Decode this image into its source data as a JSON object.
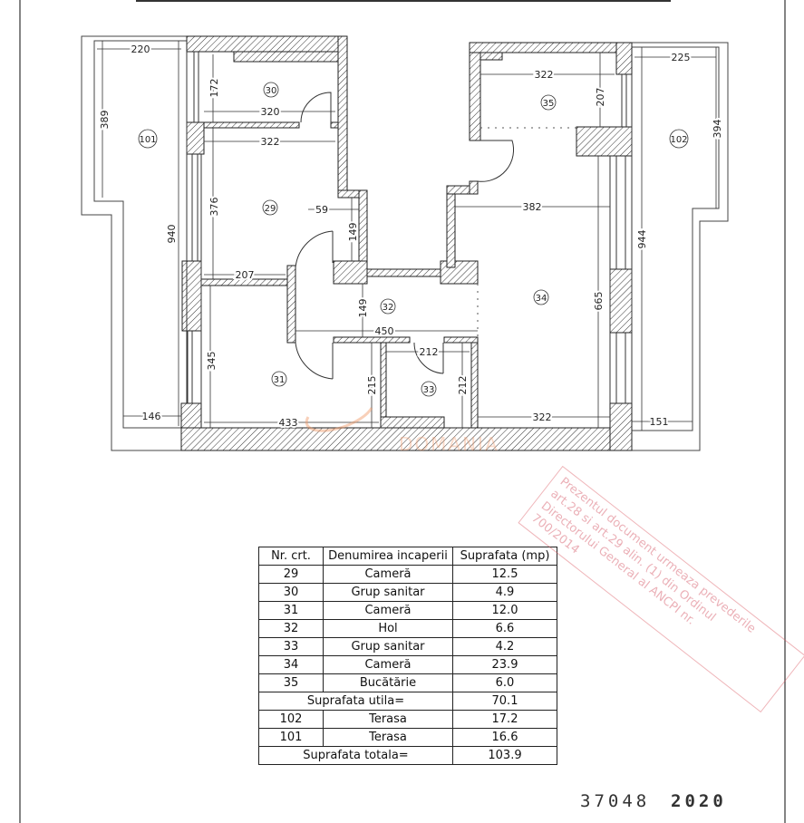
{
  "plan": {
    "rooms": {
      "r29": "29",
      "r30": "30",
      "r31": "31",
      "r32": "32",
      "r33": "33",
      "r34": "34",
      "r35": "35",
      "r101": "101",
      "r102": "102"
    },
    "dims": {
      "t101_width": "220",
      "t101_depth": "389",
      "left_total": "940",
      "t101_bottom": "146",
      "r30_height": "172",
      "r30_width": "320",
      "r29_width": "322",
      "r29_height": "376",
      "r29_step": "59",
      "r29_step_h": "149",
      "r29_bottom": "207",
      "hall_height": "149",
      "hall_width": "450",
      "r31_height": "345",
      "r31_side": "215",
      "r31_width": "433",
      "r33_width": "212",
      "r33_height": "212",
      "r35_width": "322",
      "r35_height": "207",
      "r34_width_top": "382",
      "r34_height": "665",
      "r34_width_bottom": "322",
      "t102_width": "225",
      "t102_depth": "394",
      "right_total": "944",
      "t102_bottom": "151"
    },
    "watermark": "DOMANIA"
  },
  "table": {
    "headers": [
      "Nr. crt.",
      "Denumirea incaperii",
      "Suprafata (mp)"
    ],
    "rows": [
      {
        "nr": "29",
        "name": "Cameră",
        "area": "12.5"
      },
      {
        "nr": "30",
        "name": "Grup sanitar",
        "area": "4.9"
      },
      {
        "nr": "31",
        "name": "Cameră",
        "area": "12.0"
      },
      {
        "nr": "32",
        "name": "Hol",
        "area": "6.6"
      },
      {
        "nr": "33",
        "name": "Grup sanitar",
        "area": "4.2"
      },
      {
        "nr": "34",
        "name": "Cameră",
        "area": "23.9"
      },
      {
        "nr": "35",
        "name": "Bucătărie",
        "area": "6.0"
      }
    ],
    "useful_label": "Suprafata utila=",
    "useful_value": "70.1",
    "terraces": [
      {
        "nr": "102",
        "name": "Terasa",
        "area": "17.2"
      },
      {
        "nr": "101",
        "name": "Terasa",
        "area": "16.6"
      }
    ],
    "total_label": "Suprafata totala=",
    "total_value": "103.9"
  },
  "stamp": {
    "lines": [
      "Prezentul document urmeaza prevederile",
      "art.28 si art.29 alin. (1) din Ordinul",
      "Directorului General al ANCPI nr.",
      "700/2014"
    ],
    "color": "#d25060"
  },
  "footer": {
    "doc_number": "37048",
    "year": "2020"
  }
}
